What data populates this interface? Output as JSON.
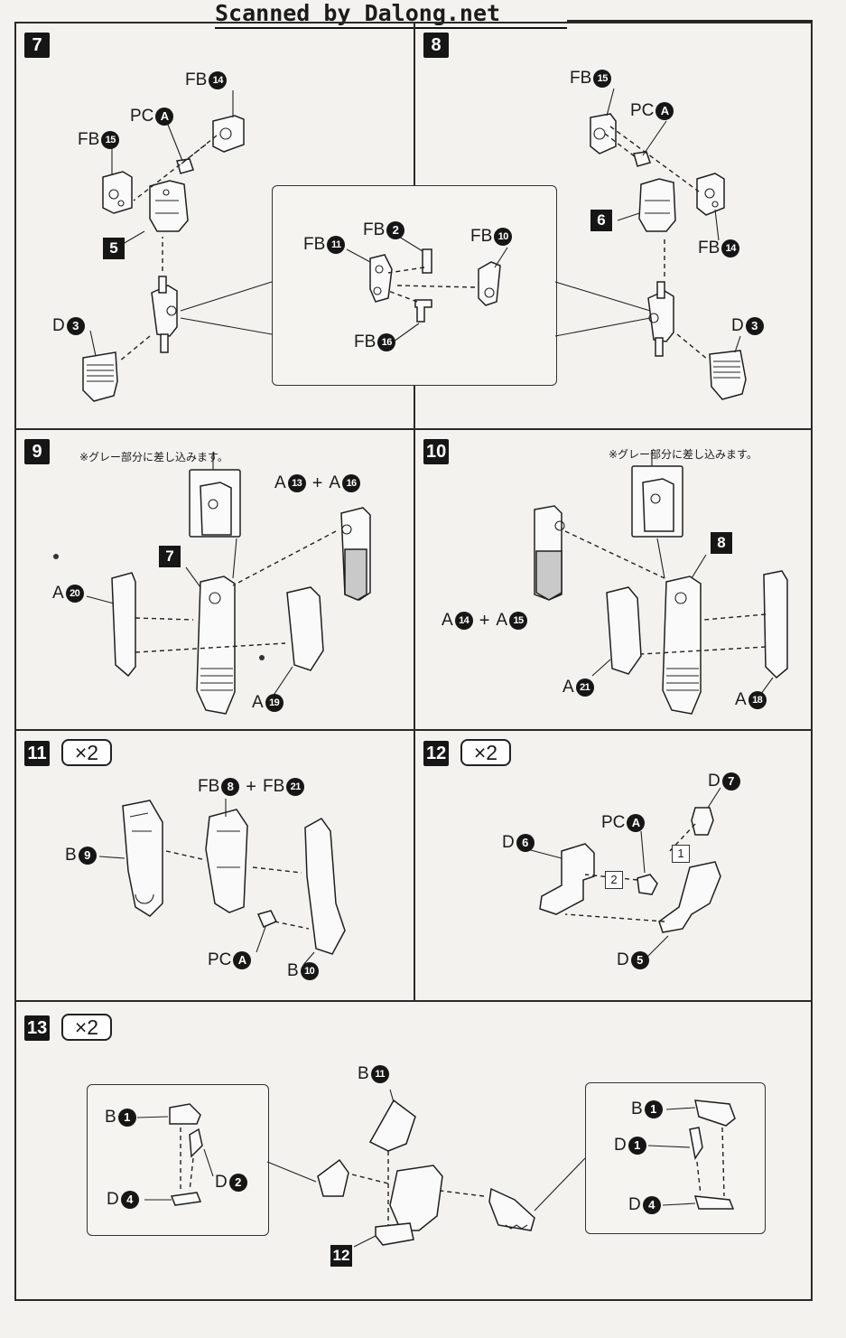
{
  "scan_credit": "Scanned by Dalong.net",
  "insert_note": "※グレー部分に差し込みます。",
  "steps": [
    {
      "number": "7",
      "multiplier": "",
      "sub_ref": "5",
      "labels": [
        {
          "prefix": "FB",
          "nums": [
            "14"
          ]
        },
        {
          "prefix": "PC",
          "nums": [
            "A"
          ]
        },
        {
          "prefix": "FB",
          "nums": [
            "15"
          ]
        },
        {
          "prefix": "D",
          "nums": [
            "3"
          ]
        }
      ]
    },
    {
      "number": "8",
      "multiplier": "",
      "sub_ref": "6",
      "labels": [
        {
          "prefix": "FB",
          "nums": [
            "15"
          ]
        },
        {
          "prefix": "PC",
          "nums": [
            "A"
          ]
        },
        {
          "prefix": "FB",
          "nums": [
            "14"
          ]
        },
        {
          "prefix": "D",
          "nums": [
            "3"
          ]
        }
      ]
    },
    {
      "number": "9",
      "multiplier": "",
      "sub_ref": "7",
      "labels": [
        {
          "prefix": "A",
          "nums": [
            "13",
            "16"
          ]
        },
        {
          "prefix": "A",
          "nums": [
            "20"
          ]
        },
        {
          "prefix": "A",
          "nums": [
            "19"
          ]
        }
      ]
    },
    {
      "number": "10",
      "multiplier": "",
      "sub_ref": "8",
      "labels": [
        {
          "prefix": "A",
          "nums": [
            "14",
            "15"
          ]
        },
        {
          "prefix": "A",
          "nums": [
            "21"
          ]
        },
        {
          "prefix": "A",
          "nums": [
            "18"
          ]
        }
      ]
    },
    {
      "number": "11",
      "multiplier": "×2",
      "sub_ref": "",
      "labels": [
        {
          "prefix": "FB",
          "nums": [
            "8"
          ],
          "suffix_prefix": "FB",
          "suffix_nums": [
            "21"
          ]
        },
        {
          "prefix": "B",
          "nums": [
            "9"
          ]
        },
        {
          "prefix": "PC",
          "nums": [
            "A"
          ]
        },
        {
          "prefix": "B",
          "nums": [
            "10"
          ]
        }
      ]
    },
    {
      "number": "12",
      "multiplier": "×2",
      "sub_ref": "",
      "labels": [
        {
          "prefix": "D",
          "nums": [
            "7"
          ]
        },
        {
          "prefix": "PC",
          "nums": [
            "A"
          ]
        },
        {
          "prefix": "D",
          "nums": [
            "6"
          ]
        },
        {
          "prefix": "D",
          "nums": [
            "5"
          ]
        }
      ],
      "sequence": [
        "1",
        "2"
      ]
    },
    {
      "number": "13",
      "multiplier": "×2",
      "sub_ref": "12",
      "labels": [
        {
          "prefix": "B",
          "nums": [
            "11"
          ]
        }
      ]
    }
  ],
  "inset_7_8": {
    "labels": [
      {
        "prefix": "FB",
        "nums": [
          "11"
        ]
      },
      {
        "prefix": "FB",
        "nums": [
          "2"
        ]
      },
      {
        "prefix": "FB",
        "nums": [
          "10"
        ]
      },
      {
        "prefix": "FB",
        "nums": [
          "16"
        ]
      }
    ]
  },
  "inset_13_left": {
    "labels": [
      {
        "prefix": "B",
        "nums": [
          "1"
        ]
      },
      {
        "prefix": "D",
        "nums": [
          "2"
        ]
      },
      {
        "prefix": "D",
        "nums": [
          "4"
        ]
      }
    ]
  },
  "inset_13_right": {
    "labels": [
      {
        "prefix": "B",
        "nums": [
          "1"
        ]
      },
      {
        "prefix": "D",
        "nums": [
          "1"
        ]
      },
      {
        "prefix": "D",
        "nums": [
          "4"
        ]
      }
    ]
  }
}
